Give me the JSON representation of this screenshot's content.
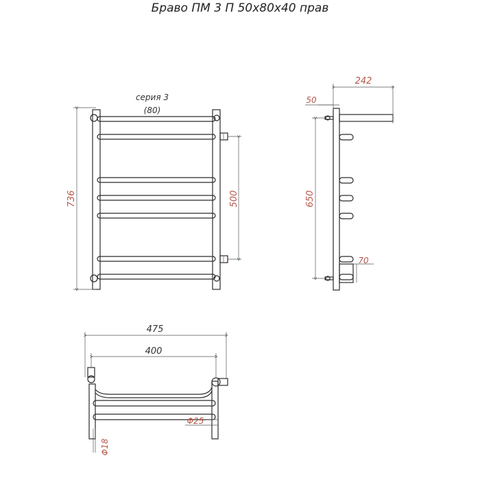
{
  "title": "Браво ПМ 3 П 50х80х40 прав",
  "front_view": {
    "series_label": "серия 3",
    "series_width_label": "(80)",
    "height_dim": "736",
    "connection_dim": "500"
  },
  "side_view": {
    "depth_dim": "242",
    "wall_offset_dim": "50",
    "mount_height_dim": "650",
    "bottom_dim": "70"
  },
  "top_view": {
    "overall_width_dim": "475",
    "inner_width_dim": "400",
    "tube_diameter_dim": "Φ25",
    "rung_diameter_dim": "Φ18"
  },
  "colors": {
    "outline": "#2a2a2a",
    "dimension": "#b5574a",
    "text": "#333333"
  }
}
